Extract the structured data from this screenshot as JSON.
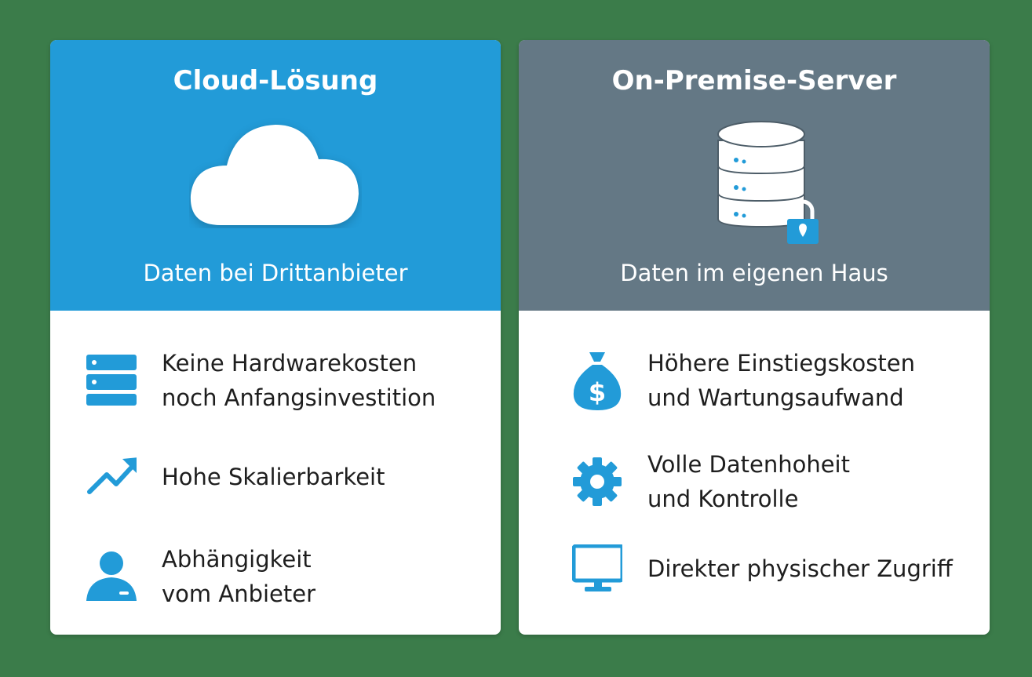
{
  "colors": {
    "background": "#3b7c4a",
    "cloud": "#229bd8",
    "onprem": "#647885",
    "icon": "#229bd8"
  },
  "cloud": {
    "title": "Cloud-Lösung",
    "subtitle": "Daten bei Drittanbieter",
    "items": [
      {
        "icon": "server-stack-icon",
        "line1": "Keine Hardwarekosten",
        "line2": "noch Anfangsinvestition"
      },
      {
        "icon": "trend-up-icon",
        "line1": "Hohe Skalierbarkeit",
        "line2": ""
      },
      {
        "icon": "user-icon",
        "line1": "Abhängigkeit",
        "line2": "vom Anbieter"
      }
    ]
  },
  "onprem": {
    "title": "On-Premise-Server",
    "subtitle": "Daten im eigenen Haus",
    "items": [
      {
        "icon": "money-bag-icon",
        "line1": "Höhere Einstiegskosten",
        "line2": "und Wartungsaufwand"
      },
      {
        "icon": "gear-icon",
        "line1": "Volle Datenhoheit",
        "line2": "und Kontrolle"
      },
      {
        "icon": "monitor-icon",
        "line1": "Direkter physischer Zugriff",
        "line2": ""
      }
    ]
  }
}
